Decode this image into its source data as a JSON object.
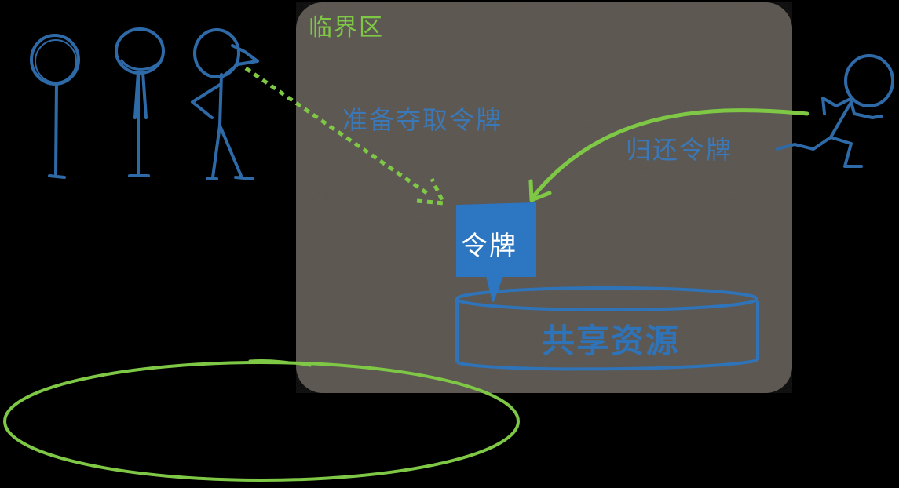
{
  "diagram": {
    "critical_section_title": "临界区",
    "grab_token_label": "准备夺取令牌",
    "return_token_label": "归还令牌",
    "token_label": "令牌",
    "shared_resource_label": "共享资源"
  },
  "colors": {
    "background": "#000000",
    "critical_area": "#5f5a54",
    "green_accent": "#7ec846",
    "blue_figure": "#2f6aa8",
    "token_fill": "#2d76c1",
    "label_blue": "#3b78b8"
  },
  "icons": [
    "waiting-person-icon",
    "waiting-person-icon",
    "thinking-person-icon",
    "running-person-icon"
  ]
}
